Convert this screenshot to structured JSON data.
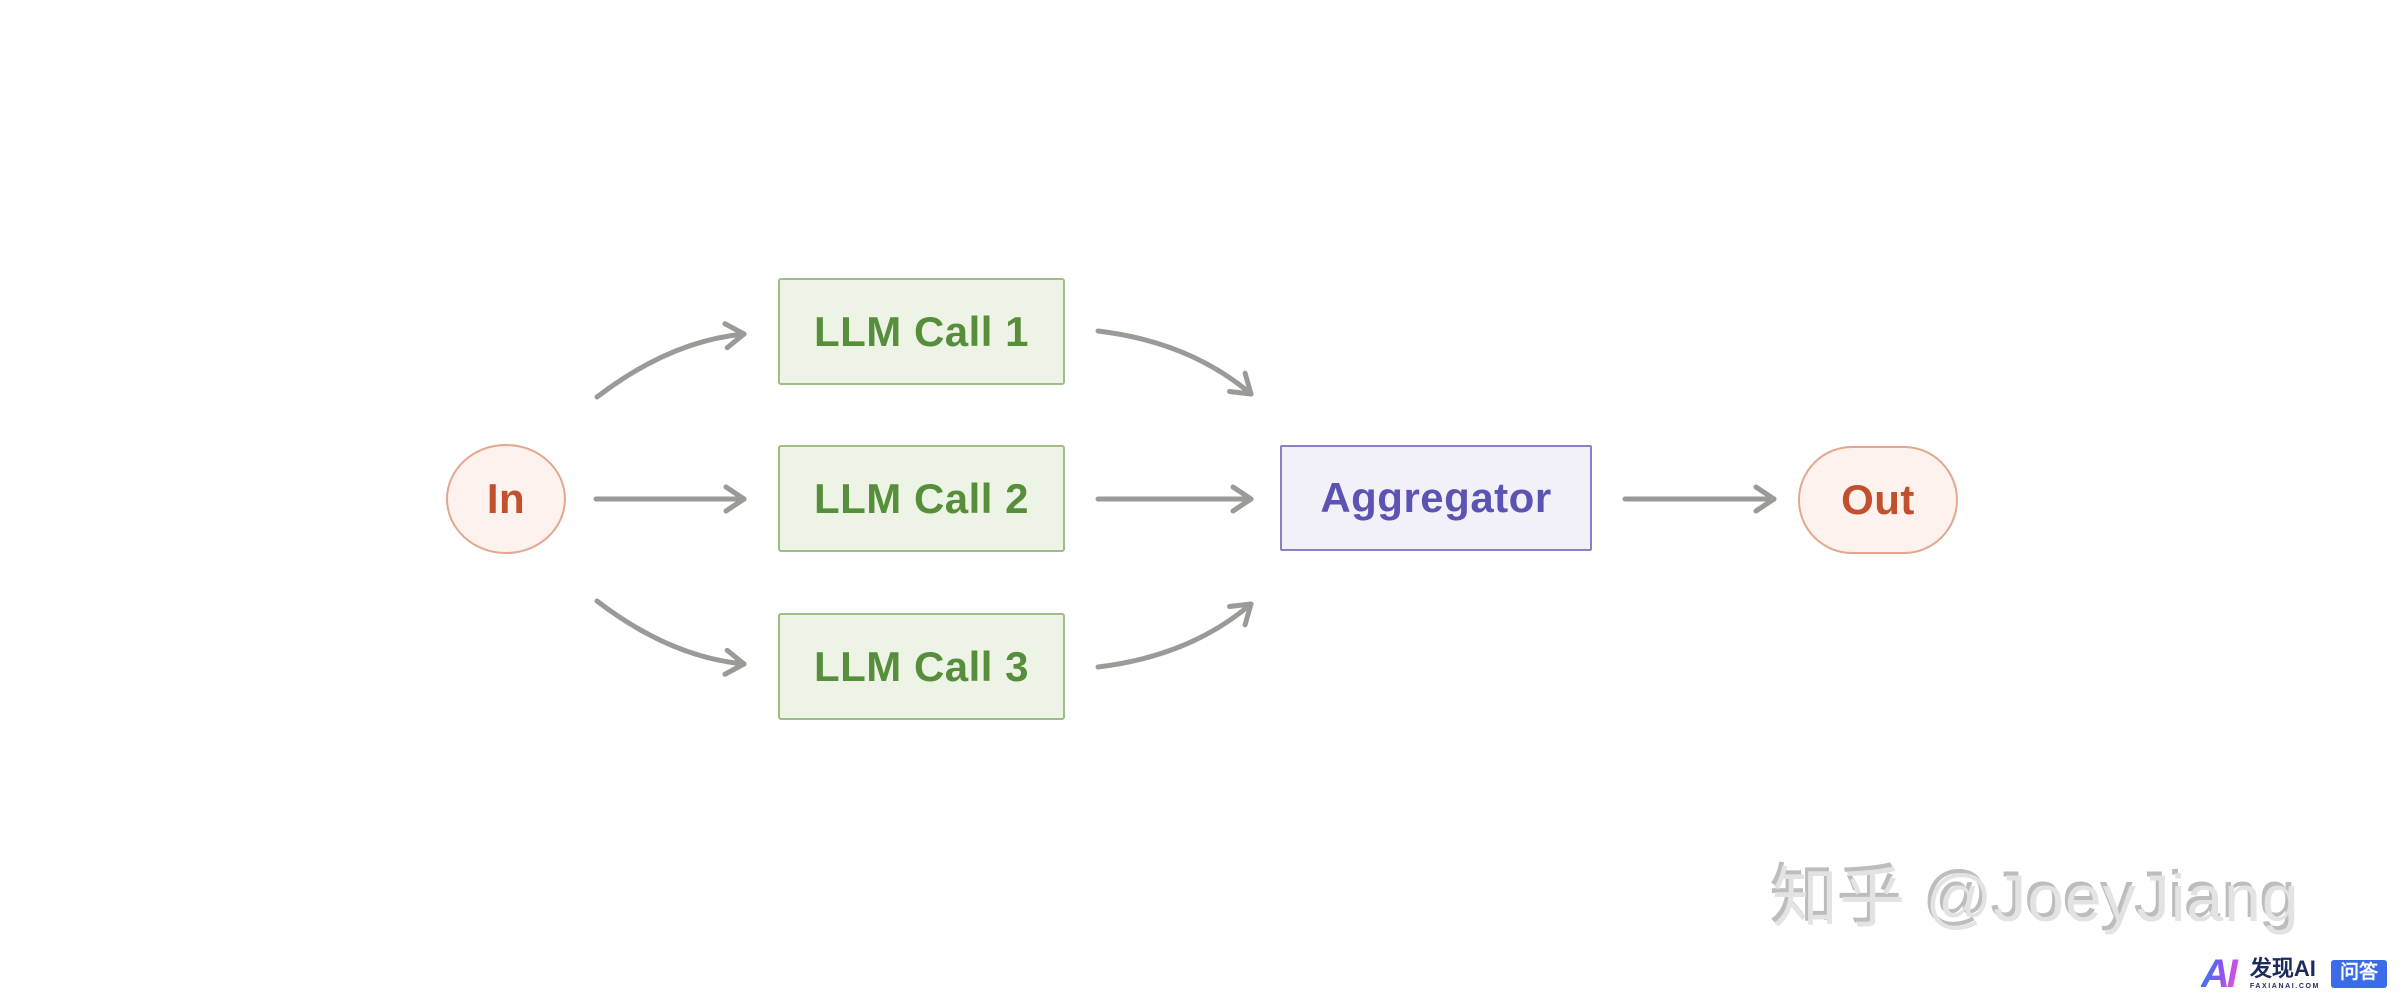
{
  "diagram": {
    "nodes": {
      "in": {
        "label": "In"
      },
      "llm_call_1": {
        "label": "LLM Call 1"
      },
      "llm_call_2": {
        "label": "LLM Call 2"
      },
      "llm_call_3": {
        "label": "LLM Call 3"
      },
      "aggregator": {
        "label": "Aggregator"
      },
      "out": {
        "label": "Out"
      }
    },
    "edges": [
      {
        "from": "in",
        "to": "llm_call_1"
      },
      {
        "from": "in",
        "to": "llm_call_2"
      },
      {
        "from": "in",
        "to": "llm_call_3"
      },
      {
        "from": "llm_call_1",
        "to": "aggregator"
      },
      {
        "from": "llm_call_2",
        "to": "aggregator"
      },
      {
        "from": "llm_call_3",
        "to": "aggregator"
      },
      {
        "from": "aggregator",
        "to": "out"
      }
    ],
    "colors": {
      "in_out_fill": "#fdf2ed",
      "in_out_border": "#e2a78e",
      "in_out_text": "#c0502e",
      "llm_fill": "#eef4e5",
      "llm_border": "#9dbf85",
      "llm_text": "#568e3c",
      "aggregator_fill": "#f2f1f9",
      "aggregator_border": "#8781c5",
      "aggregator_text": "#5b54b3",
      "arrow": "#9a9a96"
    }
  },
  "watermark": {
    "text": "知乎 @JoeyJiang"
  },
  "footer_logo": {
    "mark_text": "AI",
    "brand_name": "发现AI",
    "brand_domain": "FAXIANAI.COM",
    "badge_label": "问答",
    "badge_color": "#3a6be8",
    "brand_color": "#1b2b5e",
    "mark_gradient": [
      "#2b7bf0",
      "#8a55f0",
      "#e850d8"
    ]
  }
}
